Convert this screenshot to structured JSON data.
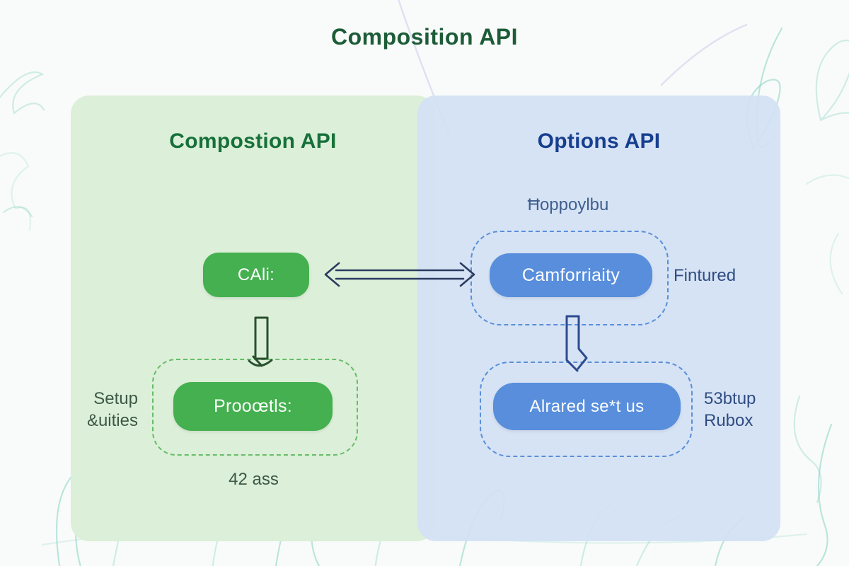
{
  "title": "Composition API",
  "left_panel": {
    "header": "Compostion API",
    "top_button": "CAli:",
    "inner_button": "Prooœtls:",
    "side_label": [
      "Setup",
      "&uities"
    ],
    "caption": "42 ass"
  },
  "right_panel": {
    "header": "Options API",
    "top_label": "Ħoppoylbu",
    "top_button": "Camforriaity",
    "top_side_label": "Fintured",
    "bottom_button": "Alrared se*t us",
    "bottom_side_label": [
      "53btup",
      "Rubox"
    ]
  },
  "icons": {
    "double_arrow": "double-headed-outline-arrow",
    "down_arrow_left": "down-outline-arrow",
    "down_arrow_right": "down-outline-arrow"
  },
  "colors": {
    "title": "#1d5c38",
    "left_header": "#17703a",
    "right_header": "#173f8f",
    "left_panel_bg": "#dcefd8",
    "right_panel_bg": "rgba(211,225,244,0.93)",
    "green_button": "#44b04f",
    "blue_button": "#588edc",
    "green_dash": "#66bd68",
    "blue_dash": "#5a8fd8",
    "arrow_navy": "#2b3b60",
    "arrow_green": "#28502f",
    "arrow_blue": "#2c4a8f",
    "left_text": "#3d5847",
    "right_text": "#41608f",
    "right_text_dark": "#2f4c82",
    "scribble_teal": "#7ed0bd",
    "scribble_lavender": "#c9cdea"
  }
}
